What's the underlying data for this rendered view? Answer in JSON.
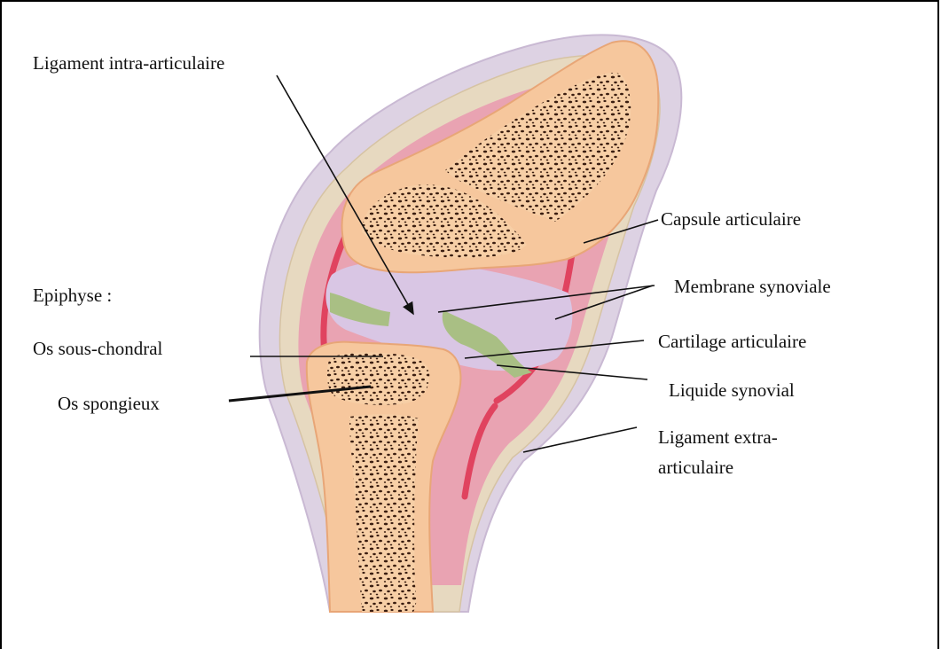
{
  "labels": {
    "ligament_intra": "Ligament intra-articulaire",
    "epiphyse": "Epiphyse :",
    "os_sous_chondral": "Os sous-chondral",
    "os_spongieux": "Os spongieux",
    "capsule": "Capsule articulaire",
    "membrane": "Membrane synoviale",
    "cartilage": "Cartilage articulaire",
    "liquide": "Liquide synovial",
    "ligament_extra_1": "Ligament extra-",
    "ligament_extra_2": "articulaire"
  },
  "colors": {
    "bone": "#f6c79d",
    "bone_edge": "#e8a677",
    "marrow_dots": "#3a1d10",
    "capsule_pink": "#e9a3b2",
    "synovial_red": "#e0435f",
    "cartilage_lilac": "#d9c6e4",
    "liquid_green": "#a9bf84",
    "ligament_beige": "#e7d9c0",
    "outer_lavender": "#ddd2e3"
  }
}
